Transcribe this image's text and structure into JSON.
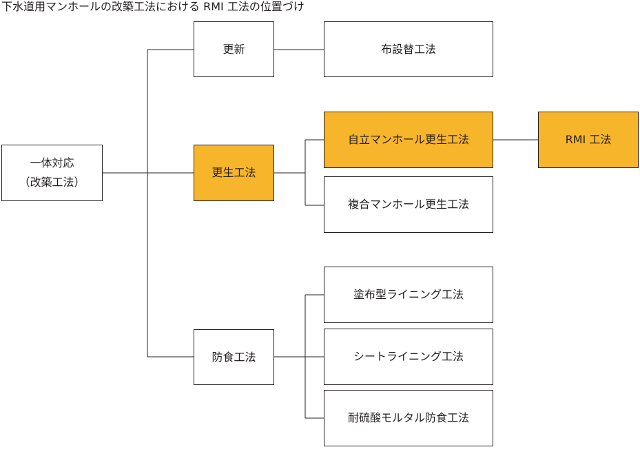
{
  "title": "下水道用マンホールの改築工法における RMI 工法の位置づけ",
  "root": {
    "line1": "一体対応",
    "line2": "（改築工法）"
  },
  "level1": {
    "renewal": "更新",
    "rehab": "更生工法",
    "anticorrosion": "防食工法"
  },
  "level2": {
    "relay": "布設替工法",
    "self_supporting": "自立マンホール更生工法",
    "composite": "複合マンホール更生工法",
    "coating": "塗布型ライニング工法",
    "sheet": "シートライニング工法",
    "mortar": "耐硫酸モルタル防食工法"
  },
  "level3": {
    "rmi": "RMI 工法"
  },
  "colors": {
    "highlight": "#f7b52c",
    "line": "#231f20",
    "background": "#ffffff"
  }
}
